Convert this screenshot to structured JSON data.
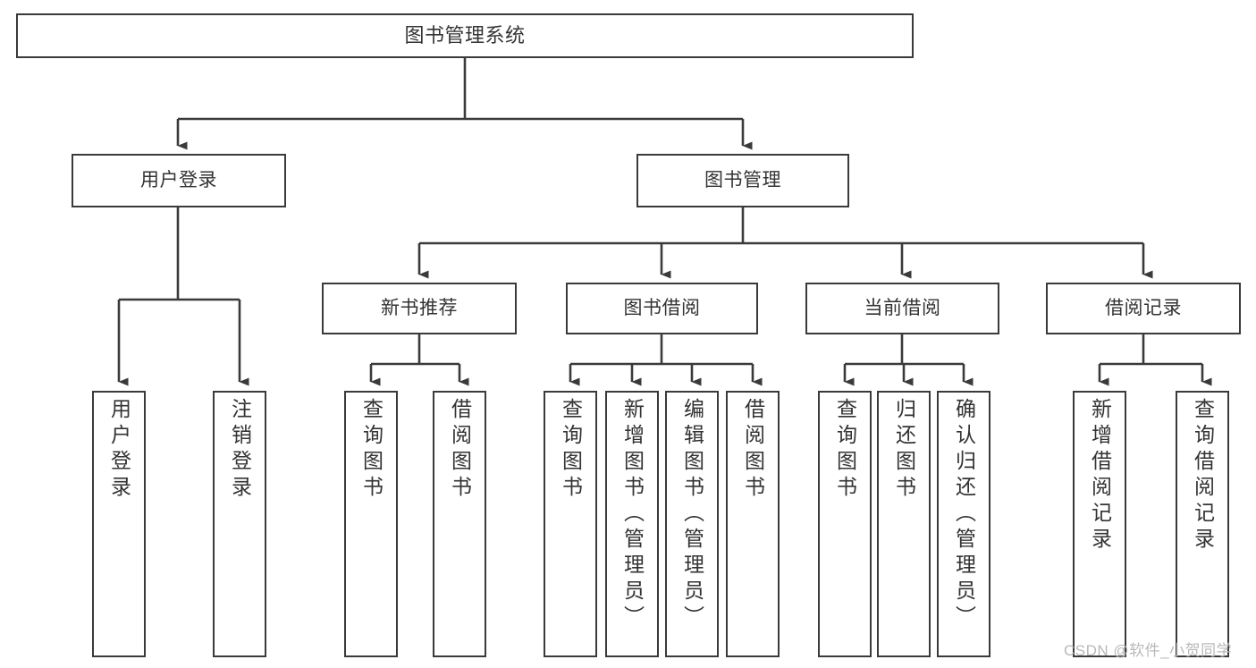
{
  "diagram": {
    "title": "图书管理系统",
    "type": "hierarchy-tree",
    "watermark": "CSDN @软件_小贺同学",
    "colors": {
      "stroke": "#3a3a3a",
      "text": "#333333",
      "background": "#ffffff",
      "watermark": "#b9b9b9"
    },
    "nodes": {
      "root": {
        "label": "图书管理系统"
      },
      "tier2": [
        {
          "id": "user-login",
          "label": "用户登录"
        },
        {
          "id": "book-manage",
          "label": "图书管理"
        }
      ],
      "tier3": [
        {
          "id": "new-book-recommend",
          "label": "新书推荐"
        },
        {
          "id": "book-borrow",
          "label": "图书借阅"
        },
        {
          "id": "current-borrow",
          "label": "当前借阅"
        },
        {
          "id": "borrow-record",
          "label": "借阅记录"
        }
      ],
      "leaves": {
        "user_login": [
          {
            "id": "leaf-user-login",
            "label": "用户登录"
          },
          {
            "id": "leaf-logout-login",
            "label": "注销登录"
          }
        ],
        "new_book_recommend": [
          {
            "id": "leaf-query-book-1",
            "label": "查询图书"
          },
          {
            "id": "leaf-borrow-book-1",
            "label": "借阅图书"
          }
        ],
        "book_borrow": [
          {
            "id": "leaf-query-book-2",
            "label": "查询图书"
          },
          {
            "id": "leaf-add-book",
            "label": "新增图书（管理员）"
          },
          {
            "id": "leaf-edit-book",
            "label": "编辑图书（管理员）"
          },
          {
            "id": "leaf-borrow-book-2",
            "label": "借阅图书"
          }
        ],
        "current_borrow": [
          {
            "id": "leaf-query-book-3",
            "label": "查询图书"
          },
          {
            "id": "leaf-return-book",
            "label": "归还图书"
          },
          {
            "id": "leaf-confirm-return",
            "label": "确认归还（管理员）"
          }
        ],
        "borrow_record": [
          {
            "id": "leaf-add-record",
            "label": "新增借阅记录"
          },
          {
            "id": "leaf-query-record",
            "label": "查询借阅记录"
          }
        ]
      }
    }
  }
}
